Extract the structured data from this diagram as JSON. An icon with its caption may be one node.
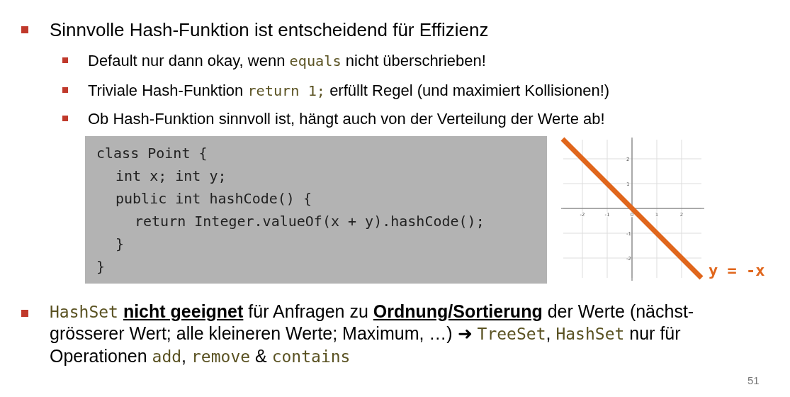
{
  "diagram": {
    "labels": [
      "Sinnvolle Hash-Funktion ist entscheidend für Effizienz",
      "Default nur dann okay, wenn *equals* nicht überschrieben!",
      "Triviale Hash-Funktion *return 1;* erfüllt Regel (und maximiert Kollisionen!)",
      "Ob Hash-Funktion sinnvoll ist, hängt auch von der Verteilung der Werte ab!",
      "class Point {",
      "int x; int y;",
      "public int hashCode() {",
      "return Integer.valueOf(x + y).hashCode();",
      "}",
      "}",
      "*HashSet* **nicht geeignet** für Anfragen zu **Ordnung/Sortierung** der Werte (nächst-grösserer Wert; alle kleineren Werte; Maximum, …) ➜ *TreeSet*, *HashSet* nur für Operationen *add*, *remove* & *contains*",
      "51"
    ],
    "chart_data": {
      "type": "line",
      "x": [
        -2.8,
        -2,
        -1,
        0,
        1,
        2,
        2.8
      ],
      "series": [
        {
          "name": "y = -x",
          "color": "#e0661c",
          "values": [
            2.8,
            2,
            1,
            0,
            -1,
            -2,
            -2.8
          ]
        }
      ],
      "xlim": [
        -2.8,
        2.8
      ],
      "ylim": [
        -2.8,
        2.8
      ],
      "grid": true,
      "xticks": [
        -2,
        -1,
        0,
        1,
        2
      ],
      "yticks": [
        -2,
        -1,
        1,
        2
      ]
    }
  }
}
